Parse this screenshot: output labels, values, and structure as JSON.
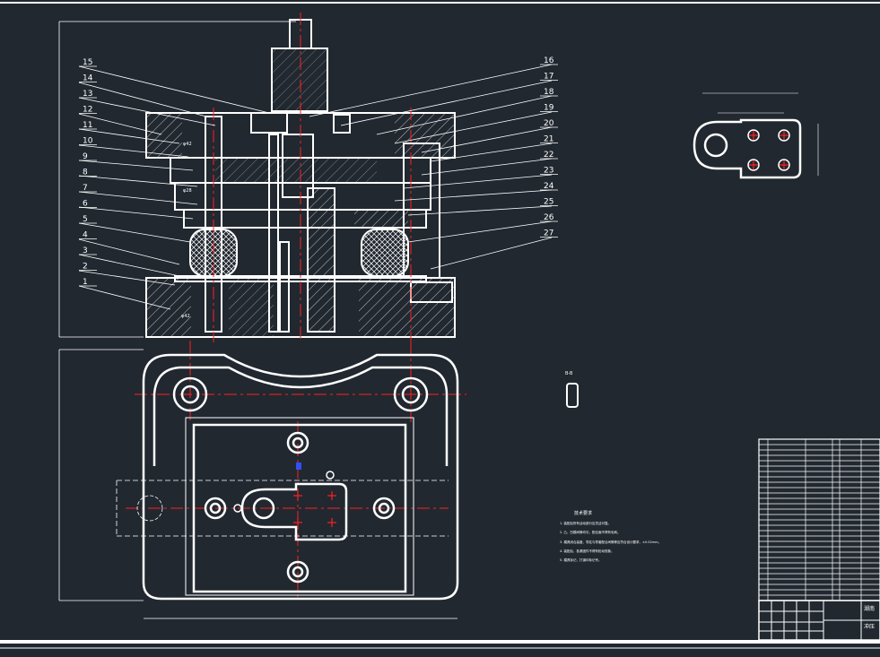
{
  "part_numbers_left": [
    "15",
    "14",
    "13",
    "12",
    "11",
    "10",
    "9",
    "8",
    "7",
    "6",
    "5",
    "4",
    "3",
    "2",
    "1"
  ],
  "part_numbers_right": [
    "16",
    "17",
    "18",
    "19",
    "20",
    "21",
    "22",
    "23",
    "24",
    "25",
    "26",
    "27"
  ],
  "dim_labels": {
    "upper_phi": "φ42",
    "mid_phi": "φ28",
    "lower_phi": "φ42"
  },
  "section_label": "B-B",
  "notes": {
    "title": "技术要求",
    "lines": [
      "1. 装配后所有活动部分应灵活可靠。",
      "2. 凸、凹模间隙均匀，配合面不得有毛刺。",
      "3. 模具闭合高度、导柱与导套配合间隙等应符合设计要求，±0.02mm。",
      "4. 装配后，各紧固件不得有松动现象。",
      "5. 模具标记，打钢印标记号。"
    ]
  },
  "title_block": {
    "school": "湖南",
    "drawing": "冲压"
  },
  "colors": {
    "background": "#212830",
    "line": "#ffffff",
    "center": "#ff2020",
    "accent": "#3050ff"
  }
}
